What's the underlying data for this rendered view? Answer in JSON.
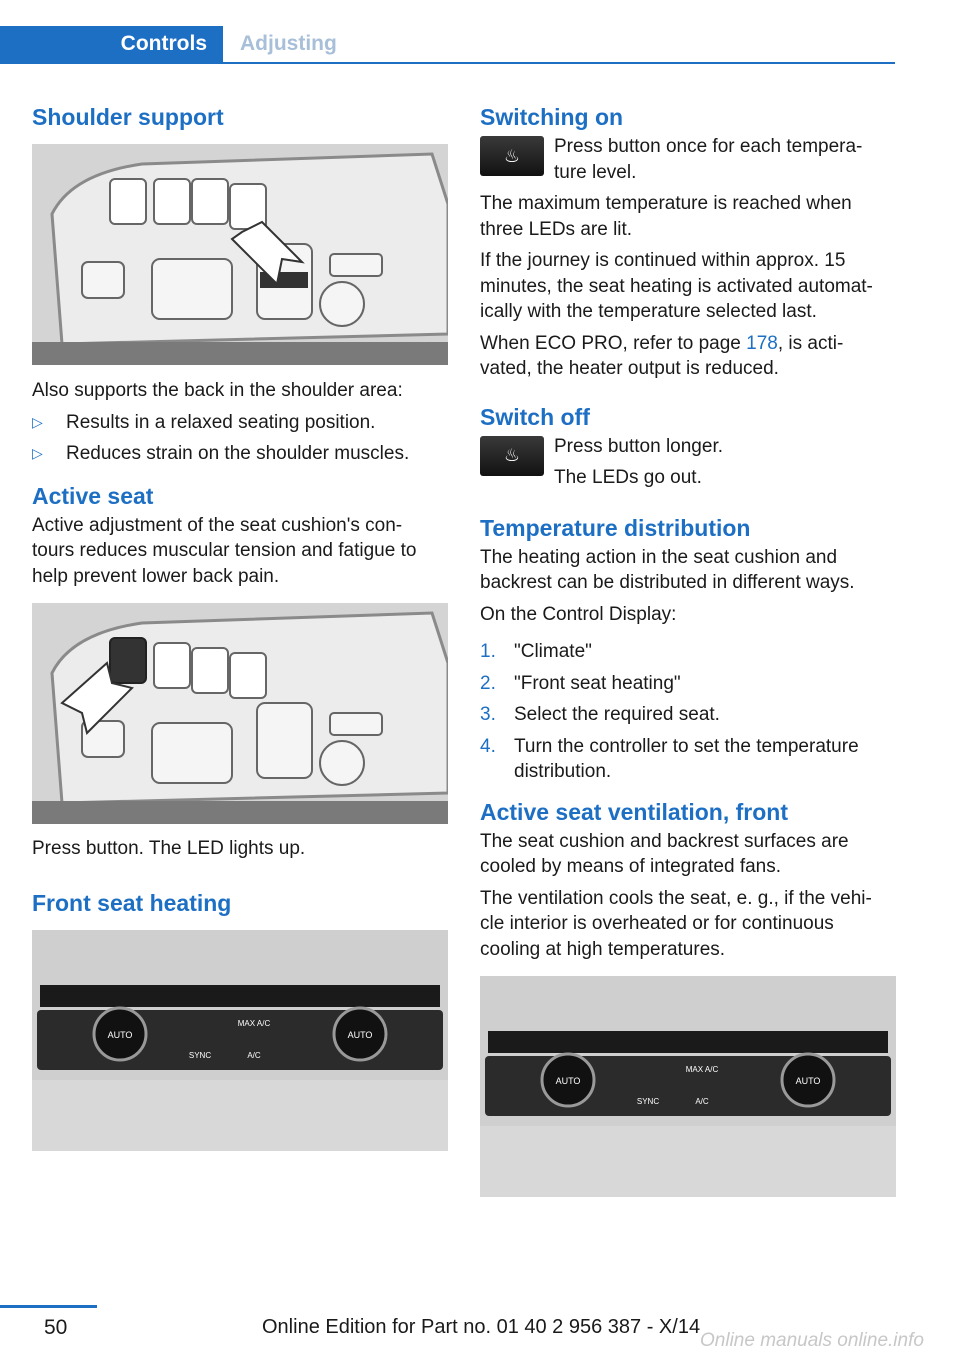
{
  "header": {
    "tab_active": "Controls",
    "tab_inactive": "Adjusting"
  },
  "left": {
    "shoulder_title": "Shoulder support",
    "shoulder_text": "Also supports the back in the shoulder area:",
    "shoulder_bullets": [
      "Results in a relaxed seating position.",
      "Reduces strain on the shoulder muscles."
    ],
    "active_seat_title": "Active seat",
    "active_seat_text": "Active adjustment of the seat cushion's con‐ tours reduces muscular tension and fatigue to help prevent lower back pain.",
    "active_seat_caption": "Press button. The LED lights up.",
    "front_heating_title": "Front seat heating"
  },
  "right": {
    "switching_on_title": "Switching on",
    "switching_on_icon_text": "Press button once for each tempera‐ ture level.",
    "switching_on_p1": "The maximum temperature is reached when three LEDs are lit.",
    "switching_on_p2": "If the journey is continued within approx. 15 minutes, the seat heating is activated automat‐ ically with the temperature selected last.",
    "eco_prefix": "When ECO PRO, refer to page ",
    "eco_page": "178",
    "eco_suffix": ", is acti‐ vated, the heater output is reduced.",
    "switch_off_title": "Switch off",
    "switch_off_l1": "Press button longer.",
    "switch_off_l2": "The LEDs go out.",
    "temp_dist_title": "Temperature distribution",
    "temp_dist_text": "The heating action in the seat cushion and backrest can be distributed in different ways.",
    "temp_dist_intro": "On the Control Display:",
    "steps": [
      {
        "num": "1.",
        "text": "\"Climate\""
      },
      {
        "num": "2.",
        "text": "\"Front seat heating\""
      },
      {
        "num": "3.",
        "text": "Select the required seat."
      },
      {
        "num": "4.",
        "text": "Turn the controller to set the temperature distribution."
      }
    ],
    "ventilation_title": "Active seat ventilation, front",
    "ventilation_p1": "The seat cushion and backrest surfaces are cooled by means of integrated fans.",
    "ventilation_p2": "The ventilation cools the seat, e. g., if the vehi‐ cle interior is overheated or for continuous cooling at high temperatures."
  },
  "panel_labels": {
    "auto": "AUTO",
    "max_ac": "MAX A/C",
    "sync": "SYNC",
    "ac": "A/C"
  },
  "footer": {
    "page_number": "50",
    "edition": "Online Edition for Part no. 01 40 2 956 387 - X/14",
    "watermark": "Online manuals online.info"
  }
}
